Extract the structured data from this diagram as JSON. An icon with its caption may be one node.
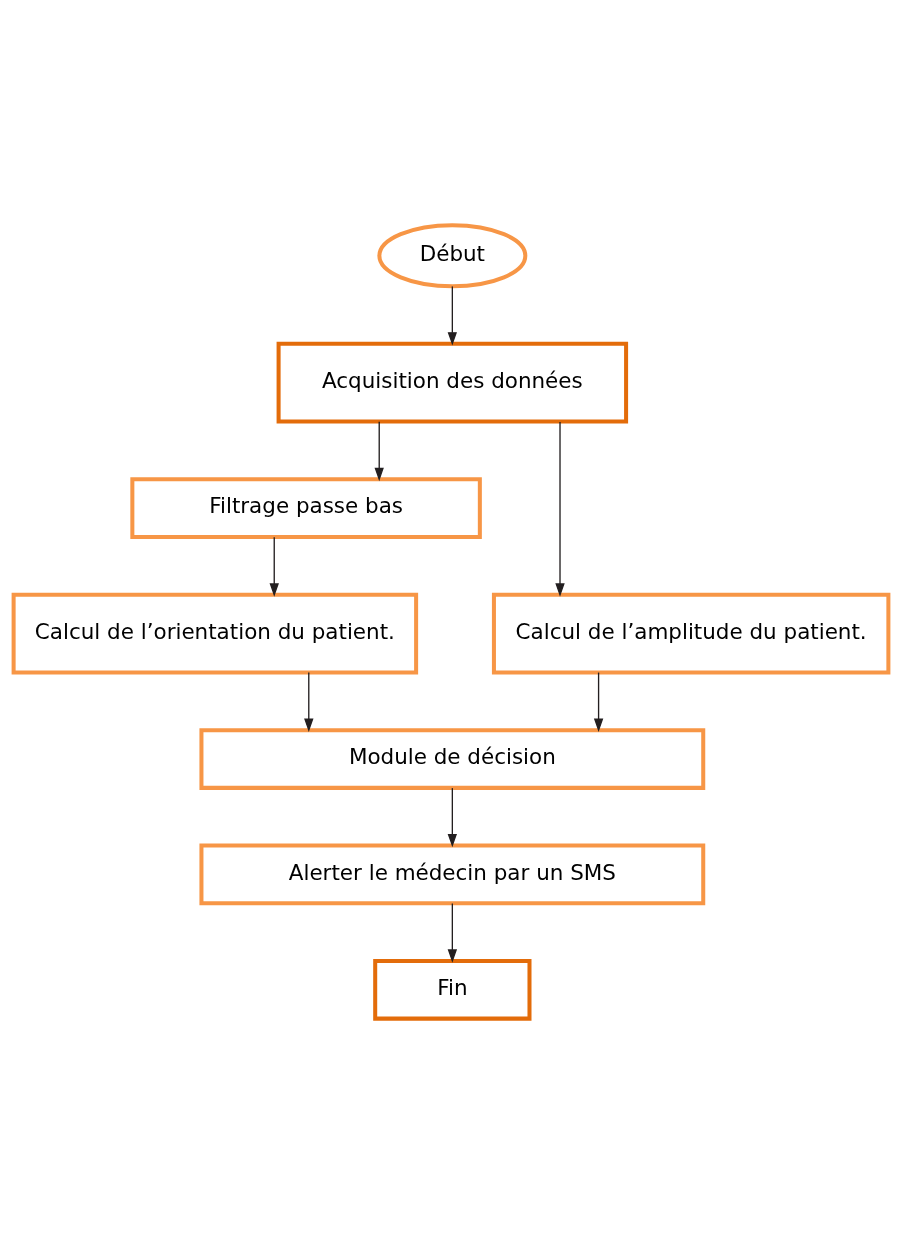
{
  "diagram": {
    "nodes": [
      {
        "text": [
          "Début"
        ]
      },
      {
        "text": [
          "Acquisition des données"
        ]
      },
      {
        "text": [
          "Filtrage passe bas"
        ]
      },
      {
        "text": [
          "Calcul de l’orientation du patient."
        ]
      },
      {
        "text": [
          "Calcul de l’amplitude du patient."
        ]
      },
      {
        "text": [
          "Module de décision"
        ]
      },
      {
        "text": [
          "Alerter le médecin par un SMS"
        ]
      },
      {
        "text": [
          "Fin"
        ]
      }
    ],
    "edges": [
      {
        "from": 0,
        "to": 1,
        "arrow": "to"
      },
      {
        "from": 1,
        "to": 2,
        "arrow": "to"
      },
      {
        "from": 1,
        "to": 4,
        "arrow": "to"
      },
      {
        "from": 2,
        "to": 3,
        "arrow": "to"
      },
      {
        "from": 3,
        "to": 5,
        "arrow": "to"
      },
      {
        "from": 4,
        "to": 5,
        "arrow": "to"
      },
      {
        "from": 5,
        "to": 6,
        "arrow": "to"
      },
      {
        "from": 6,
        "to": 7,
        "arrow": "to"
      }
    ]
  }
}
